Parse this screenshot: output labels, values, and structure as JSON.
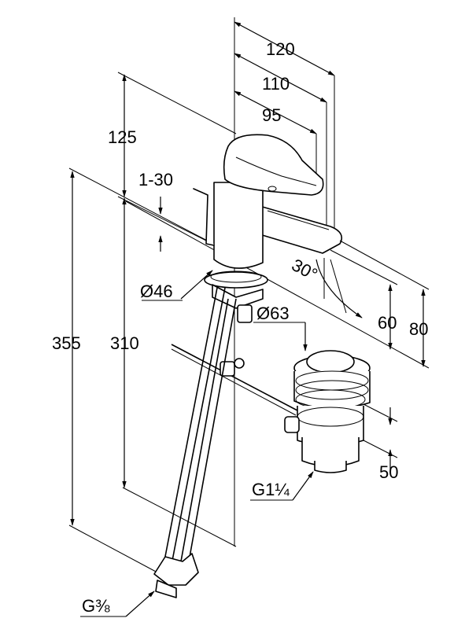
{
  "dimensions": {
    "d120": "120",
    "d110": "110",
    "d95": "95",
    "d125": "125",
    "d1_30": "1-30",
    "d46": "Ø46",
    "d63": "Ø63",
    "d30deg": "30°",
    "d60": "60",
    "d80": "80",
    "d355": "355",
    "d310": "310",
    "d50": "50",
    "g114": "G1¼",
    "g38": "G⅜"
  }
}
